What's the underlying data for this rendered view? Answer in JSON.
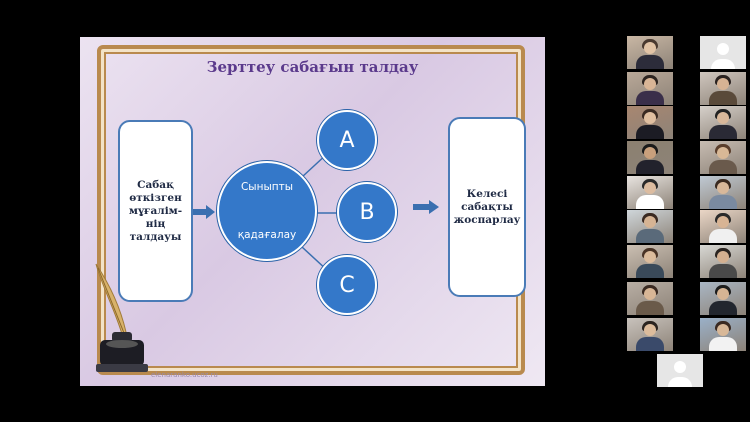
{
  "slide": {
    "title": "Зерттеу сабағын талдау",
    "left_box": "Сабақ\nөткізген\nмұғалім-\nнің\nталдауы",
    "center_circle": "Сыныпты\n\nқадағалау",
    "circle_a": "A",
    "circle_b": "B",
    "circle_c": "C",
    "right_box": "Келесі\nсабақты\nжоспарлау",
    "watermark": "elenaranko.ucoz.ru"
  },
  "colors": {
    "accent_blue": "#3478c9",
    "title_purple": "#5b3a8c",
    "frame_gold": "#b98a4e"
  },
  "participants": [
    {
      "type": "video"
    },
    {
      "type": "avatar"
    },
    {
      "type": "video"
    },
    {
      "type": "video"
    },
    {
      "type": "video"
    },
    {
      "type": "video"
    },
    {
      "type": "video"
    },
    {
      "type": "video"
    },
    {
      "type": "video"
    },
    {
      "type": "video"
    },
    {
      "type": "video"
    },
    {
      "type": "video"
    },
    {
      "type": "video"
    },
    {
      "type": "video"
    },
    {
      "type": "video"
    },
    {
      "type": "video"
    },
    {
      "type": "video"
    },
    {
      "type": "video"
    },
    {
      "type": "avatar"
    }
  ]
}
